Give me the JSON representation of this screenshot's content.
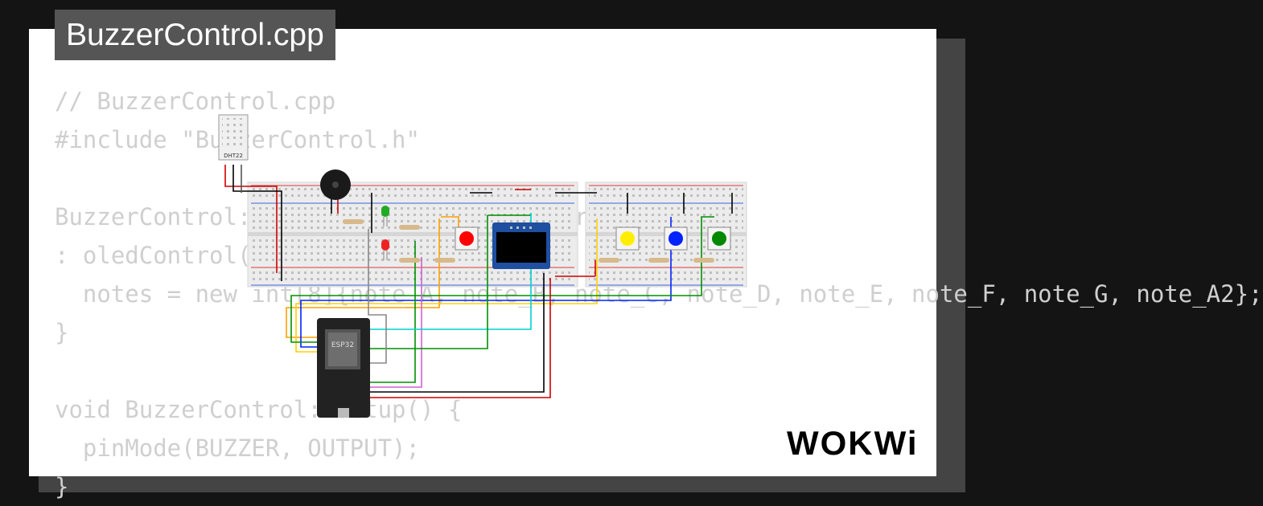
{
  "file": {
    "title": "BuzzerControl.cpp"
  },
  "code_lines": [
    "// BuzzerControl.cpp",
    "#include \"BuzzerControl.h\"",
    "",
    "BuzzerControl::BuzzerControl(OledControl &oled)",
    ": oledControl(oled) {",
    "  notes = new int[8]{note_A, note_B, note_C, note_D, note_E, note_F, note_G, note_A2};",
    "}",
    "",
    "void BuzzerControl::setup() {",
    "  pinMode(BUZZER, OUTPUT);",
    "}"
  ],
  "circuit": {
    "sensor_label": "DHT22",
    "mcu_label": "ESP32",
    "button_colors": [
      "#ff0000",
      "#ffee00",
      "#0022ff",
      "#008800"
    ]
  },
  "brand": {
    "logo_text": "WOKWi"
  },
  "colors": {
    "background": "#141414",
    "card": "#ffffff",
    "title_bg": "#555555",
    "code_text": "#cfcfcf"
  }
}
